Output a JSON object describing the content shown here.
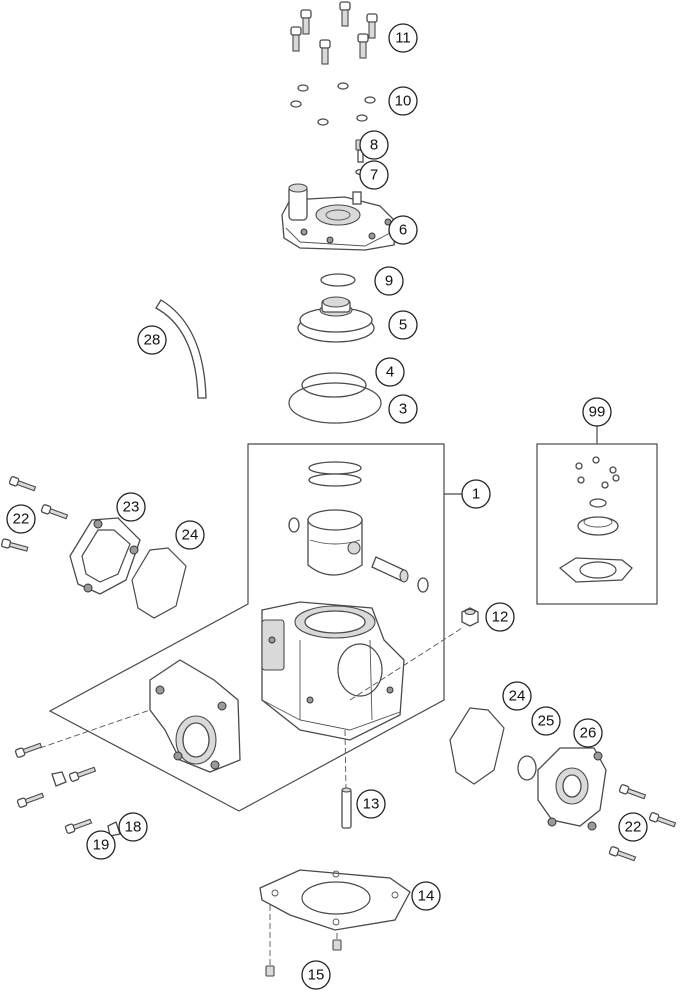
{
  "callouts": [
    "1",
    "3",
    "4",
    "5",
    "6",
    "7",
    "8",
    "9",
    "10",
    "11",
    "12",
    "13",
    "14",
    "15",
    "18",
    "19",
    "22",
    "22",
    "23",
    "24",
    "24",
    "25",
    "26",
    "28",
    "99"
  ],
  "colors": {
    "line": "#4a4a4a",
    "background": "#ffffff",
    "fill_light": "#d9d9d9"
  }
}
